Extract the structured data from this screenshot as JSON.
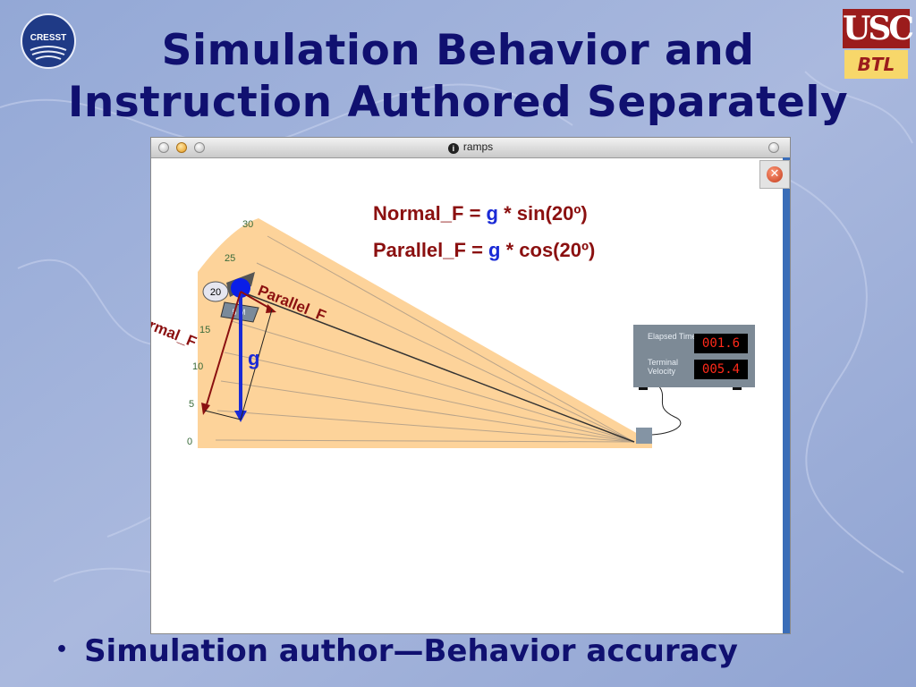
{
  "slide": {
    "title_line1": "Simulation Behavior and",
    "title_line2": "Instruction Authored Separately",
    "bullet_symbol": "•",
    "bullet_text": "Simulation author—Behavior accuracy"
  },
  "logos": {
    "cresst": "CRESST",
    "usc": "USC",
    "btl": "BTL"
  },
  "window": {
    "title": "ramps",
    "info_glyph": "i",
    "close_glyph": "✕"
  },
  "formulas": {
    "normal_lhs": "Normal_F = ",
    "normal_g": "g",
    "normal_rhs": " * sin(20º)",
    "parallel_lhs": "Parallel_F = ",
    "parallel_g": "g",
    "parallel_rhs": " * cos(20º)"
  },
  "ramp": {
    "scale_labels": [
      "0",
      "5",
      "10",
      "15",
      "20",
      "25",
      "30"
    ],
    "angle_label": "20",
    "block_label": "5 M",
    "normal_label": "Normal_F",
    "parallel_label": "Parallel_F",
    "g_label": "g"
  },
  "readout": {
    "elapsed_label": "Elapsed Time",
    "elapsed_value": "001.6",
    "velocity_label": "Terminal Velocity",
    "velocity_value": "005.4"
  },
  "colors": {
    "title": "#101070",
    "formula": "#8b1010",
    "g_vector": "#1a2ad6",
    "ramp_fill": "#fdd39a",
    "led": "#ff2a1a"
  }
}
